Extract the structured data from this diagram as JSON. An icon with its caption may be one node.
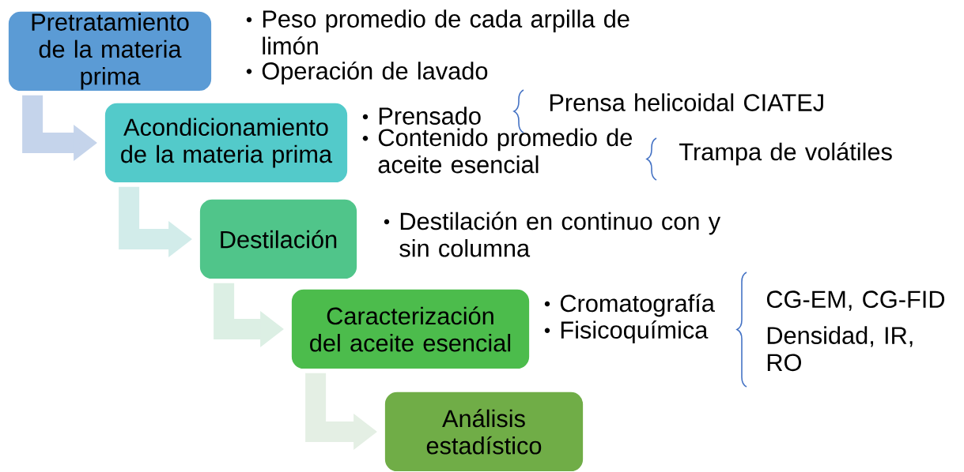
{
  "diagram": {
    "nodes": [
      {
        "text": [
          "Pretratamiento de la materia prima"
        ],
        "beside": [
          "Peso promedio de cada arpilla de limón",
          "Operación de lavado"
        ]
      },
      {
        "text": [
          "Acondicionamiento de la materia prima"
        ],
        "beside": [
          "Prensado",
          "Contenido promedio de aceite esencial"
        ]
      },
      {
        "text": [
          "Destilación"
        ],
        "beside": [
          "Destilación en continuo con y sin columna"
        ]
      },
      {
        "text": [
          "Caracterización del aceite esencial"
        ],
        "beside": [
          "Cromatografía",
          "Fisicoquímica"
        ]
      },
      {
        "text": [
          "Análisis estadístico"
        ]
      }
    ],
    "edges": [
      {
        "from": 0,
        "to": 1,
        "arrow": "to",
        "color": "#c5d4eb"
      },
      {
        "from": 1,
        "to": 2,
        "arrow": "to",
        "color": "#d2ecea"
      },
      {
        "from": 2,
        "to": 3,
        "arrow": "to",
        "color": "#dcefe4"
      },
      {
        "from": 3,
        "to": 4,
        "arrow": "to",
        "color": "#e4efe4"
      }
    ],
    "labels": [
      "Prensa helicoidal CIATEJ",
      "Trampa de volátiles",
      "CG-EM, CG-FID",
      "Densidad, IR, RO"
    ]
  }
}
